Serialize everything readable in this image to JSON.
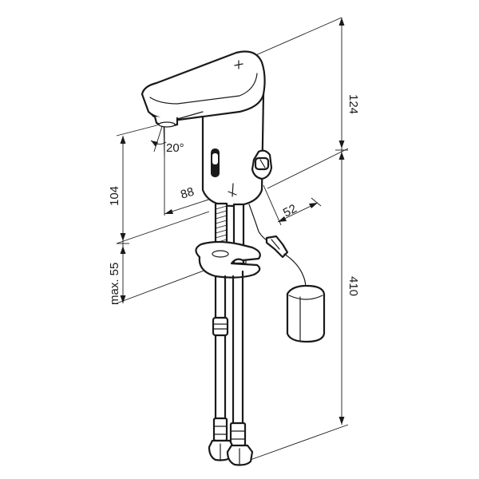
{
  "dimensions": {
    "height_top": "124",
    "height_bottom": "410",
    "spout_height": "104",
    "deck_thickness": "max. 55",
    "projection": "88",
    "spout_depth": "52",
    "spray_angle": "20°"
  }
}
